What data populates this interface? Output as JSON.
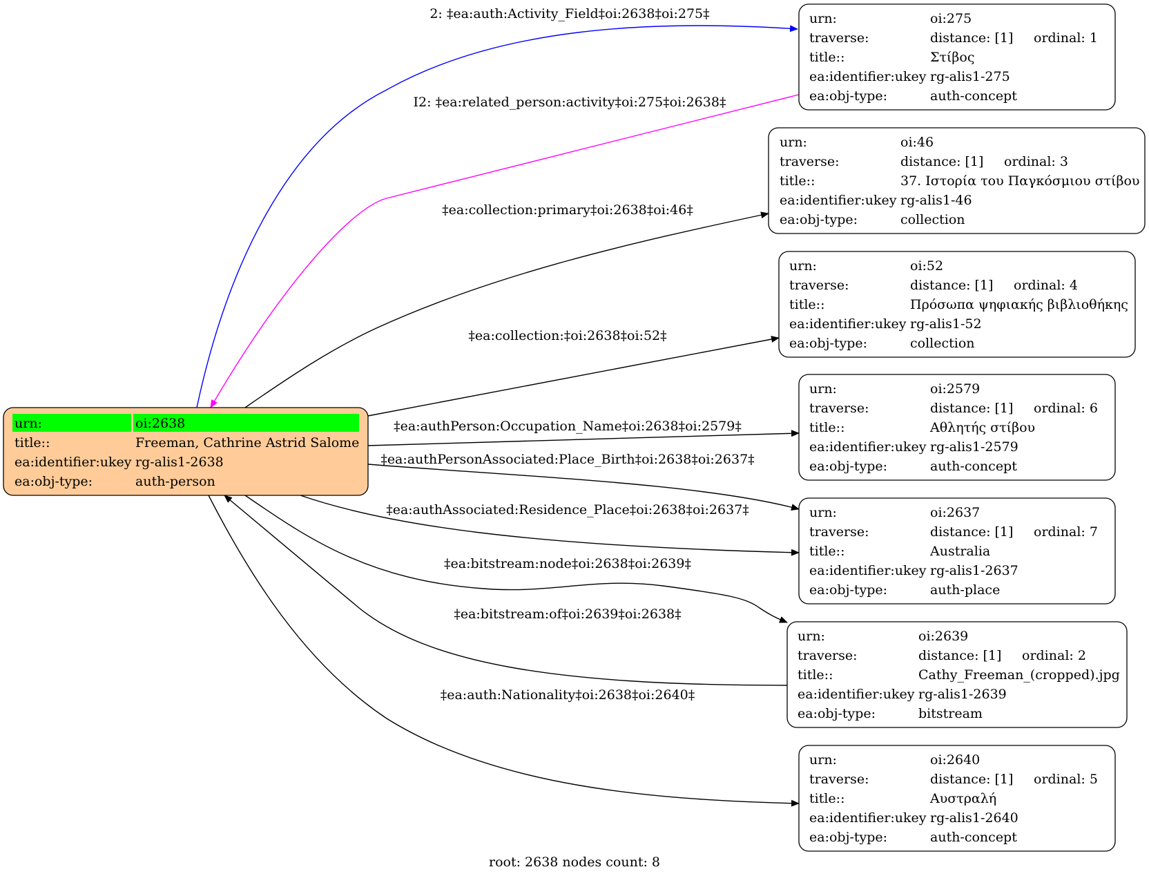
{
  "root_node": {
    "rows": [
      {
        "key": "urn:",
        "value": "oi:2638"
      },
      {
        "key": "title::",
        "value": "Freeman, Cathrine Astrid Salome"
      },
      {
        "key": "ea:identifier:ukey",
        "value": "rg-alis1-2638"
      },
      {
        "key": "ea:obj-type:",
        "value": "auth-person"
      }
    ],
    "fill_color": "#ffcc99",
    "highlight_color": "#00ff00"
  },
  "nodes": [
    {
      "id": "oi275",
      "urn": "oi:275",
      "distance": "distance: [1]",
      "ordinal": "ordinal: 1",
      "title": "Στίβος",
      "ukey": "rg-alis1-275",
      "obj_type": "auth-concept"
    },
    {
      "id": "oi46",
      "urn": "oi:46",
      "distance": "distance: [1]",
      "ordinal": "ordinal: 3",
      "title": "37. Ιστορία του Παγκόσμιου στίβου",
      "ukey": "rg-alis1-46",
      "obj_type": "collection"
    },
    {
      "id": "oi52",
      "urn": "oi:52",
      "distance": "distance: [1]",
      "ordinal": "ordinal: 4",
      "title": "Πρόσωπα ψηφιακής βιβλιοθήκης",
      "ukey": "rg-alis1-52",
      "obj_type": "collection"
    },
    {
      "id": "oi2579",
      "urn": "oi:2579",
      "distance": "distance: [1]",
      "ordinal": "ordinal: 6",
      "title": "Αθλητής στίβου",
      "ukey": "rg-alis1-2579",
      "obj_type": "auth-concept"
    },
    {
      "id": "oi2637",
      "urn": "oi:2637",
      "distance": "distance: [1]",
      "ordinal": "ordinal: 7",
      "title": "Australia",
      "ukey": "rg-alis1-2637",
      "obj_type": "auth-place"
    },
    {
      "id": "oi2639",
      "urn": "oi:2639",
      "distance": "distance: [1]",
      "ordinal": "ordinal: 2",
      "title": "Cathy_Freeman_(cropped).jpg",
      "ukey": "rg-alis1-2639",
      "obj_type": "bitstream"
    },
    {
      "id": "oi2640",
      "urn": "oi:2640",
      "distance": "distance: [1]",
      "ordinal": "ordinal: 5",
      "title": "Αυστραλή",
      "ukey": "rg-alis1-2640",
      "obj_type": "auth-concept"
    }
  ],
  "row_keys": {
    "urn": "urn:",
    "traverse": "traverse:",
    "title": "title::",
    "ukey": "ea:identifier:ukey",
    "obj_type": "ea:obj-type:"
  },
  "edges": [
    {
      "id": "e-activity-field",
      "label": "2: ‡ea:auth:Activity_Field‡oi:2638‡oi:275‡",
      "color": "#0000ff"
    },
    {
      "id": "e-related-person",
      "label": "I2: ‡ea:related_person:activity‡oi:275‡oi:2638‡",
      "color": "#ff00ff"
    },
    {
      "id": "e-collection-primary",
      "label": "‡ea:collection:primary‡oi:2638‡oi:46‡",
      "color": "#000000"
    },
    {
      "id": "e-collection",
      "label": "‡ea:collection:‡oi:2638‡oi:52‡",
      "color": "#000000"
    },
    {
      "id": "e-occupation",
      "label": "‡ea:authPerson:Occupation_Name‡oi:2638‡oi:2579‡",
      "color": "#000000"
    },
    {
      "id": "e-place-birth",
      "label": "‡ea:authPersonAssociated:Place_Birth‡oi:2638‡oi:2637‡",
      "color": "#000000"
    },
    {
      "id": "e-residence",
      "label": "‡ea:authAssociated:Residence_Place‡oi:2638‡oi:2637‡",
      "color": "#000000"
    },
    {
      "id": "e-bitstream-node",
      "label": "‡ea:bitstream:node‡oi:2638‡oi:2639‡",
      "color": "#000000"
    },
    {
      "id": "e-bitstream-of",
      "label": "‡ea:bitstream:of‡oi:2639‡oi:2638‡",
      "color": "#000000"
    },
    {
      "id": "e-nationality",
      "label": "‡ea:auth:Nationality‡oi:2638‡oi:2640‡",
      "color": "#000000"
    }
  ],
  "footer": "root: 2638 nodes count: 8"
}
